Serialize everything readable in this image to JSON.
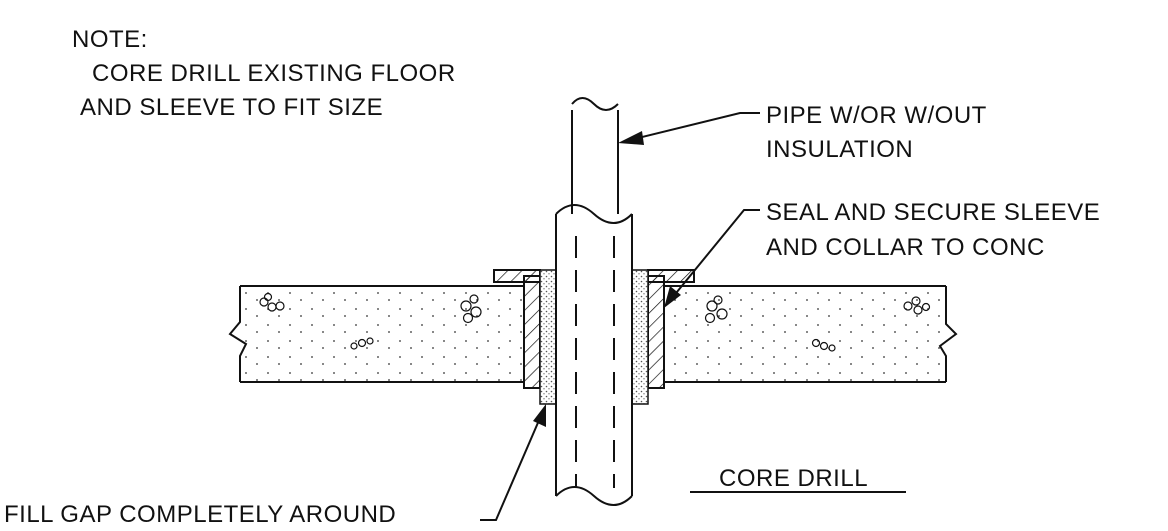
{
  "note": {
    "heading": "NOTE:",
    "line1": "CORE DRILL EXISTING FLOOR",
    "line2": "AND SLEEVE TO FIT SIZE"
  },
  "callouts": {
    "pipe_line1": "PIPE W/OR W/OUT",
    "pipe_line2": "INSULATION",
    "seal_line1": "SEAL AND SECURE SLEEVE",
    "seal_line2": "AND COLLAR TO CONC",
    "fill_gap": "FILL GAP COMPLETELY AROUND"
  },
  "detail_title": "CORE DRILL",
  "colors": {
    "line": "#111111",
    "background": "#ffffff"
  }
}
